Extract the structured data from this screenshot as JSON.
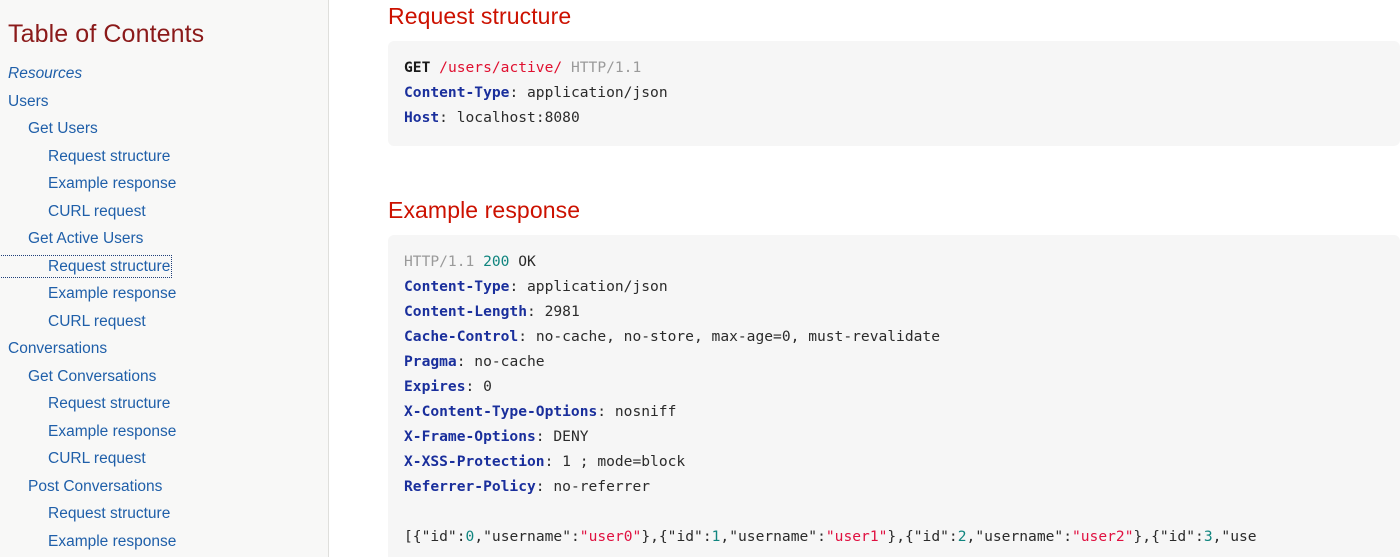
{
  "sidebar": {
    "title": "Table of Contents",
    "items": [
      {
        "label": "Resources",
        "level": 0,
        "italic": true,
        "focused": false
      },
      {
        "label": "Users",
        "level": 0,
        "italic": false,
        "focused": false
      },
      {
        "label": "Get Users",
        "level": 1,
        "italic": false,
        "focused": false
      },
      {
        "label": "Request structure",
        "level": 2,
        "italic": false,
        "focused": false
      },
      {
        "label": "Example response",
        "level": 2,
        "italic": false,
        "focused": false
      },
      {
        "label": "CURL request",
        "level": 2,
        "italic": false,
        "focused": false
      },
      {
        "label": "Get Active Users",
        "level": 1,
        "italic": false,
        "focused": false
      },
      {
        "label": "Request structure",
        "level": 2,
        "italic": false,
        "focused": true
      },
      {
        "label": "Example response",
        "level": 2,
        "italic": false,
        "focused": false
      },
      {
        "label": "CURL request",
        "level": 2,
        "italic": false,
        "focused": false
      },
      {
        "label": "Conversations",
        "level": 0,
        "italic": false,
        "focused": false
      },
      {
        "label": "Get Conversations",
        "level": 1,
        "italic": false,
        "focused": false
      },
      {
        "label": "Request structure",
        "level": 2,
        "italic": false,
        "focused": false
      },
      {
        "label": "Example response",
        "level": 2,
        "italic": false,
        "focused": false
      },
      {
        "label": "CURL request",
        "level": 2,
        "italic": false,
        "focused": false
      },
      {
        "label": "Post Conversations",
        "level": 1,
        "italic": false,
        "focused": false
      },
      {
        "label": "Request structure",
        "level": 2,
        "italic": false,
        "focused": false
      },
      {
        "label": "Example response",
        "level": 2,
        "italic": false,
        "focused": false
      }
    ]
  },
  "main": {
    "request_heading": "Request structure",
    "request_block": {
      "method": "GET",
      "path": "/users/active/",
      "protocol": "HTTP/1.1",
      "headers": [
        {
          "name": "Content-Type",
          "value": " application/json"
        },
        {
          "name": "Host",
          "value": " localhost:8080"
        }
      ]
    },
    "response_heading": "Example response",
    "response_block": {
      "status_protocol": "HTTP/1.1",
      "status_code": "200",
      "status_text": "OK",
      "headers": [
        {
          "name": "Content-Type",
          "value": " application/json"
        },
        {
          "name": "Content-Length",
          "value": " 2981"
        },
        {
          "name": "Cache-Control",
          "value": " no-cache, no-store, max-age=0, must-revalidate"
        },
        {
          "name": "Pragma",
          "value": " no-cache"
        },
        {
          "name": "Expires",
          "value": " 0"
        },
        {
          "name": "X-Content-Type-Options",
          "value": " nosniff"
        },
        {
          "name": "X-Frame-Options",
          "value": " DENY"
        },
        {
          "name": "X-XSS-Protection",
          "value": " 1 ; mode=block"
        },
        {
          "name": "Referrer-Policy",
          "value": " no-referrer"
        }
      ],
      "body_tokens": [
        {
          "t": "[{",
          "c": "punct"
        },
        {
          "t": "\"id\"",
          "c": "plain"
        },
        {
          "t": ":",
          "c": "punct"
        },
        {
          "t": "0",
          "c": "num"
        },
        {
          "t": ",",
          "c": "punct"
        },
        {
          "t": "\"username\"",
          "c": "plain"
        },
        {
          "t": ":",
          "c": "punct"
        },
        {
          "t": "\"user0\"",
          "c": "str"
        },
        {
          "t": "},{",
          "c": "punct"
        },
        {
          "t": "\"id\"",
          "c": "plain"
        },
        {
          "t": ":",
          "c": "punct"
        },
        {
          "t": "1",
          "c": "num"
        },
        {
          "t": ",",
          "c": "punct"
        },
        {
          "t": "\"username\"",
          "c": "plain"
        },
        {
          "t": ":",
          "c": "punct"
        },
        {
          "t": "\"user1\"",
          "c": "str"
        },
        {
          "t": "},{",
          "c": "punct"
        },
        {
          "t": "\"id\"",
          "c": "plain"
        },
        {
          "t": ":",
          "c": "punct"
        },
        {
          "t": "2",
          "c": "num"
        },
        {
          "t": ",",
          "c": "punct"
        },
        {
          "t": "\"username\"",
          "c": "plain"
        },
        {
          "t": ":",
          "c": "punct"
        },
        {
          "t": "\"user2\"",
          "c": "str"
        },
        {
          "t": "},{",
          "c": "punct"
        },
        {
          "t": "\"id\"",
          "c": "plain"
        },
        {
          "t": ":",
          "c": "punct"
        },
        {
          "t": "3",
          "c": "num"
        },
        {
          "t": ",",
          "c": "punct"
        },
        {
          "t": "\"use",
          "c": "plain"
        }
      ]
    }
  },
  "colors": {
    "toc_title": "#8b1a1a",
    "heading": "#cc1100",
    "link": "#1f5fa9",
    "code_bg": "#f6f6f6",
    "sidebar_bg": "#f8f8f7",
    "header_token": "#1a2f9c",
    "string_token": "#e01040",
    "number_token": "#10857f"
  }
}
